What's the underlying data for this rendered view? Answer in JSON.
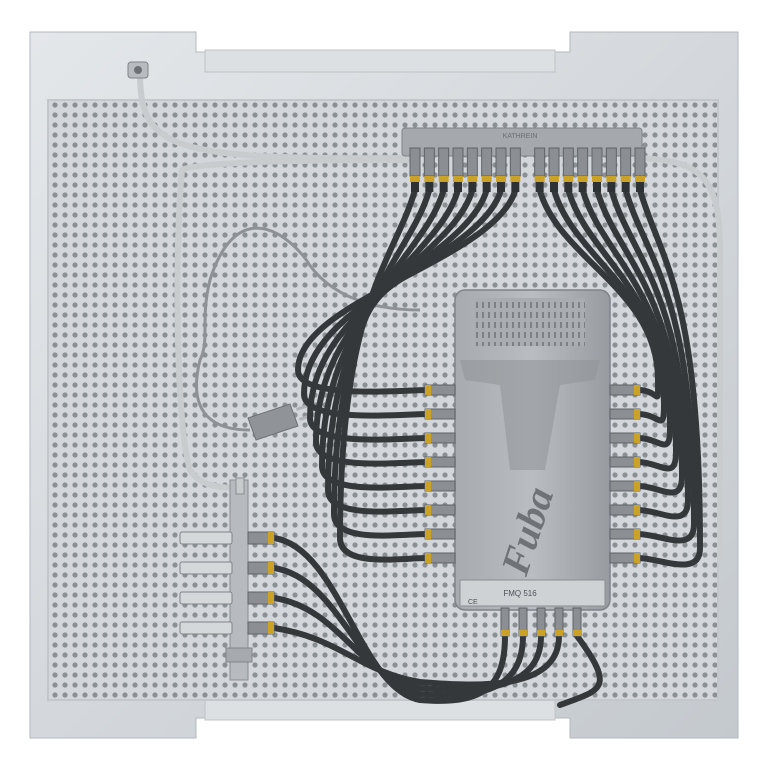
{
  "device": {
    "brand": "Fuba",
    "model": "FMQ 516",
    "mark": "CE",
    "splitter_brand": "KATHREIN"
  },
  "plate": {
    "description_colors": {
      "metal": "#cfd3d7",
      "cable": "#35383b",
      "housing": "#9a9ea3",
      "connector_gold": "#c9a227",
      "power_cord": "#8e9296"
    }
  },
  "connectors": {
    "top_splitter_outputs": 16,
    "switch_left_outputs": 8,
    "switch_right_outputs": 8,
    "switch_bottom_inputs": 5,
    "ground_block_ports": 4
  }
}
